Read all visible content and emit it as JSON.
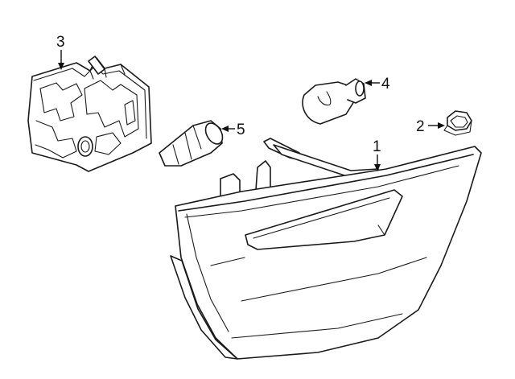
{
  "diagram": {
    "callouts": [
      {
        "id": "1",
        "label": "1"
      },
      {
        "id": "2",
        "label": "2"
      },
      {
        "id": "3",
        "label": "3"
      },
      {
        "id": "4",
        "label": "4"
      },
      {
        "id": "5",
        "label": "5"
      }
    ],
    "line_color": "#1a1a1a",
    "background_color": "#ffffff"
  }
}
